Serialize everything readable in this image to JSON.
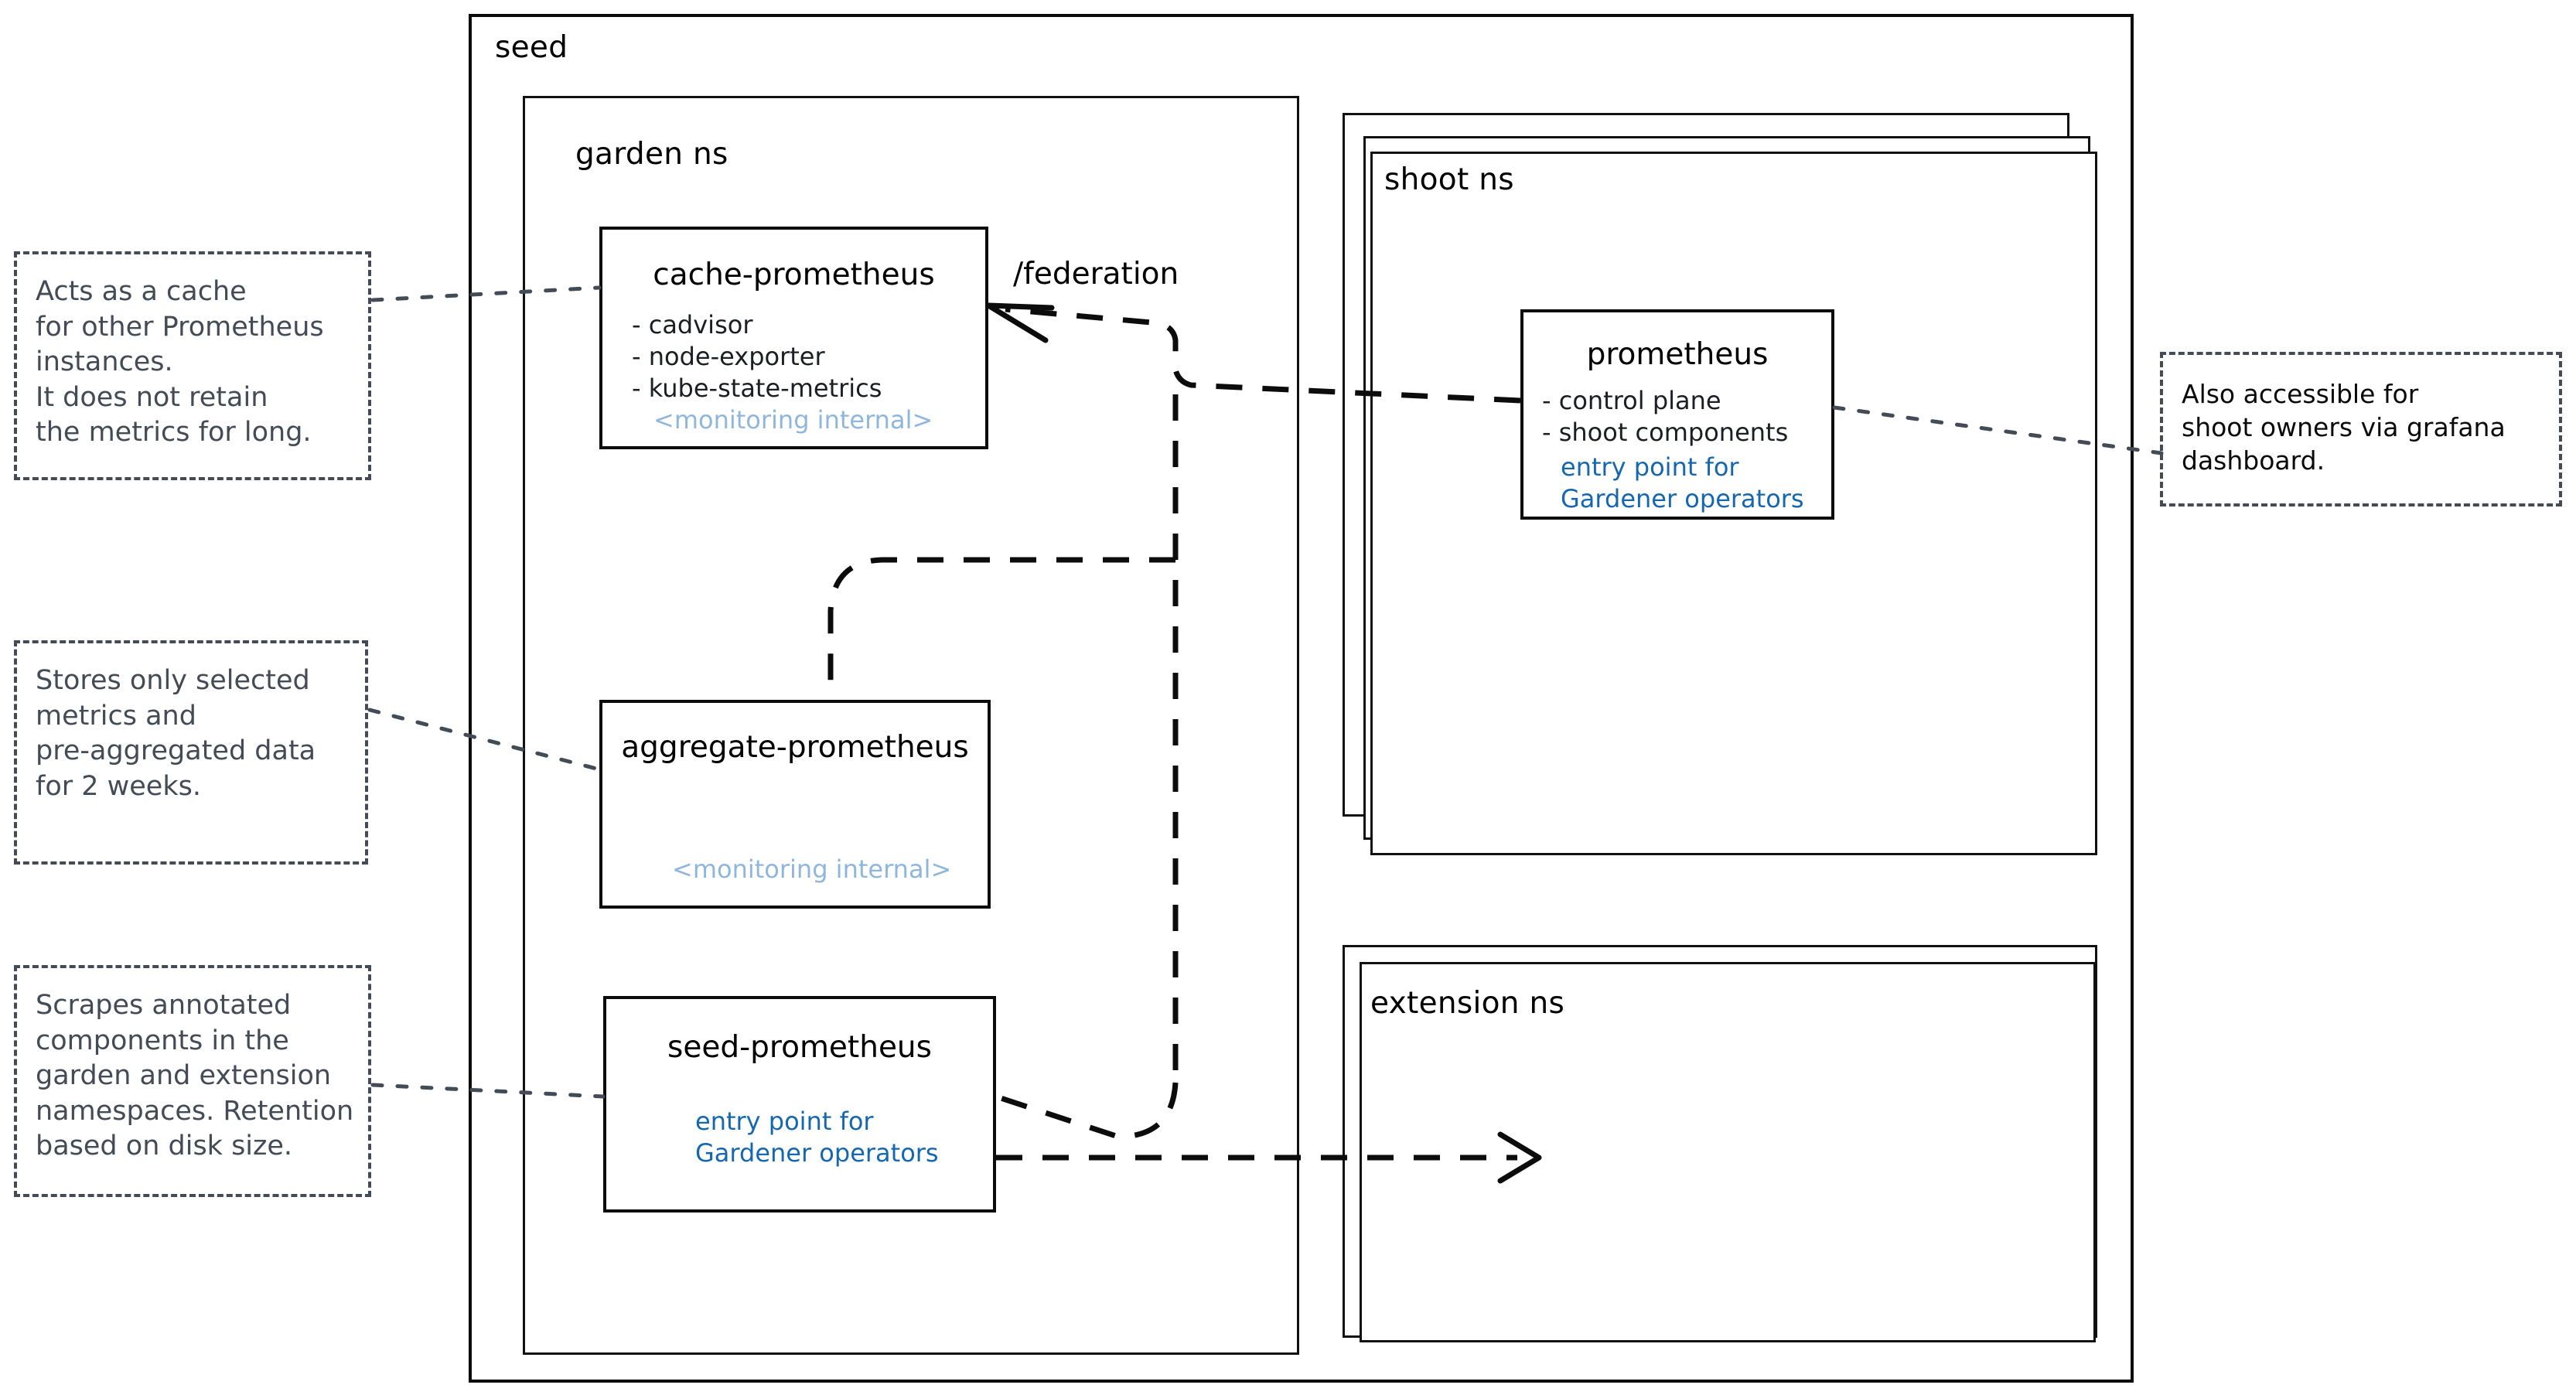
{
  "diagram": {
    "title": "Gardener seed monitoring architecture",
    "colors": {
      "stroke": "#0c0c0c",
      "note_text": "#434b56",
      "light_blue": "#8fb7dd",
      "blue": "#1567b0",
      "background": "#ffffff"
    }
  },
  "containers": {
    "seed": {
      "label": "seed"
    },
    "garden_ns": {
      "label": "garden ns"
    },
    "shoot_ns": {
      "label": "shoot ns",
      "stack_count": 3
    },
    "extension_ns": {
      "label": "extension ns",
      "stack_count": 2
    }
  },
  "components": {
    "cache_prometheus": {
      "title": "cache-prometheus",
      "bullets": [
        "- cadvisor",
        "- node-exporter",
        "- kube-state-metrics"
      ],
      "sub": "<monitoring internal>"
    },
    "aggregate_prometheus": {
      "title": "aggregate-prometheus",
      "sub": "<monitoring internal>"
    },
    "seed_prometheus": {
      "title": "seed-prometheus",
      "sub_line1": "entry point for",
      "sub_line2": "Gardener operators"
    },
    "shoot_prometheus": {
      "title": "prometheus",
      "bullets": [
        "- control plane",
        "- shoot components"
      ],
      "sub_line1": "entry point for",
      "sub_line2": "Gardener operators"
    }
  },
  "edges": {
    "federation_label": "/federation"
  },
  "notes": {
    "cache_note": {
      "text": "Acts as a cache\nfor other Prometheus\ninstances.\nIt does not retain\nthe metrics for long."
    },
    "aggregate_note": {
      "text": "Stores only selected\nmetrics and\npre-aggregated data\nfor 2 weeks."
    },
    "seed_note": {
      "text": "Scrapes annotated\ncomponents in the\ngarden and extension\nnamespaces. Retention\nbased on disk size."
    },
    "shoot_note": {
      "text": "Also accessible for\nshoot owners via grafana\ndashboard."
    }
  }
}
